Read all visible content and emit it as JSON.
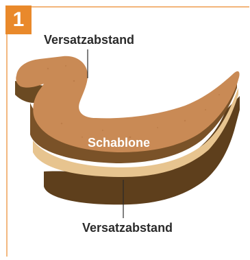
{
  "figure": {
    "number": "1",
    "labels": {
      "top": "Versatzabstand",
      "center": "Schablone",
      "bottom": "Versatzabstand"
    }
  },
  "colors": {
    "accent": "#e9892b",
    "frame_line": "#e9892b",
    "template_top": "#c98a55",
    "template_side": "#6b4a22",
    "veneer": "#e7c48f",
    "leader_line": "#2b2b2b"
  }
}
